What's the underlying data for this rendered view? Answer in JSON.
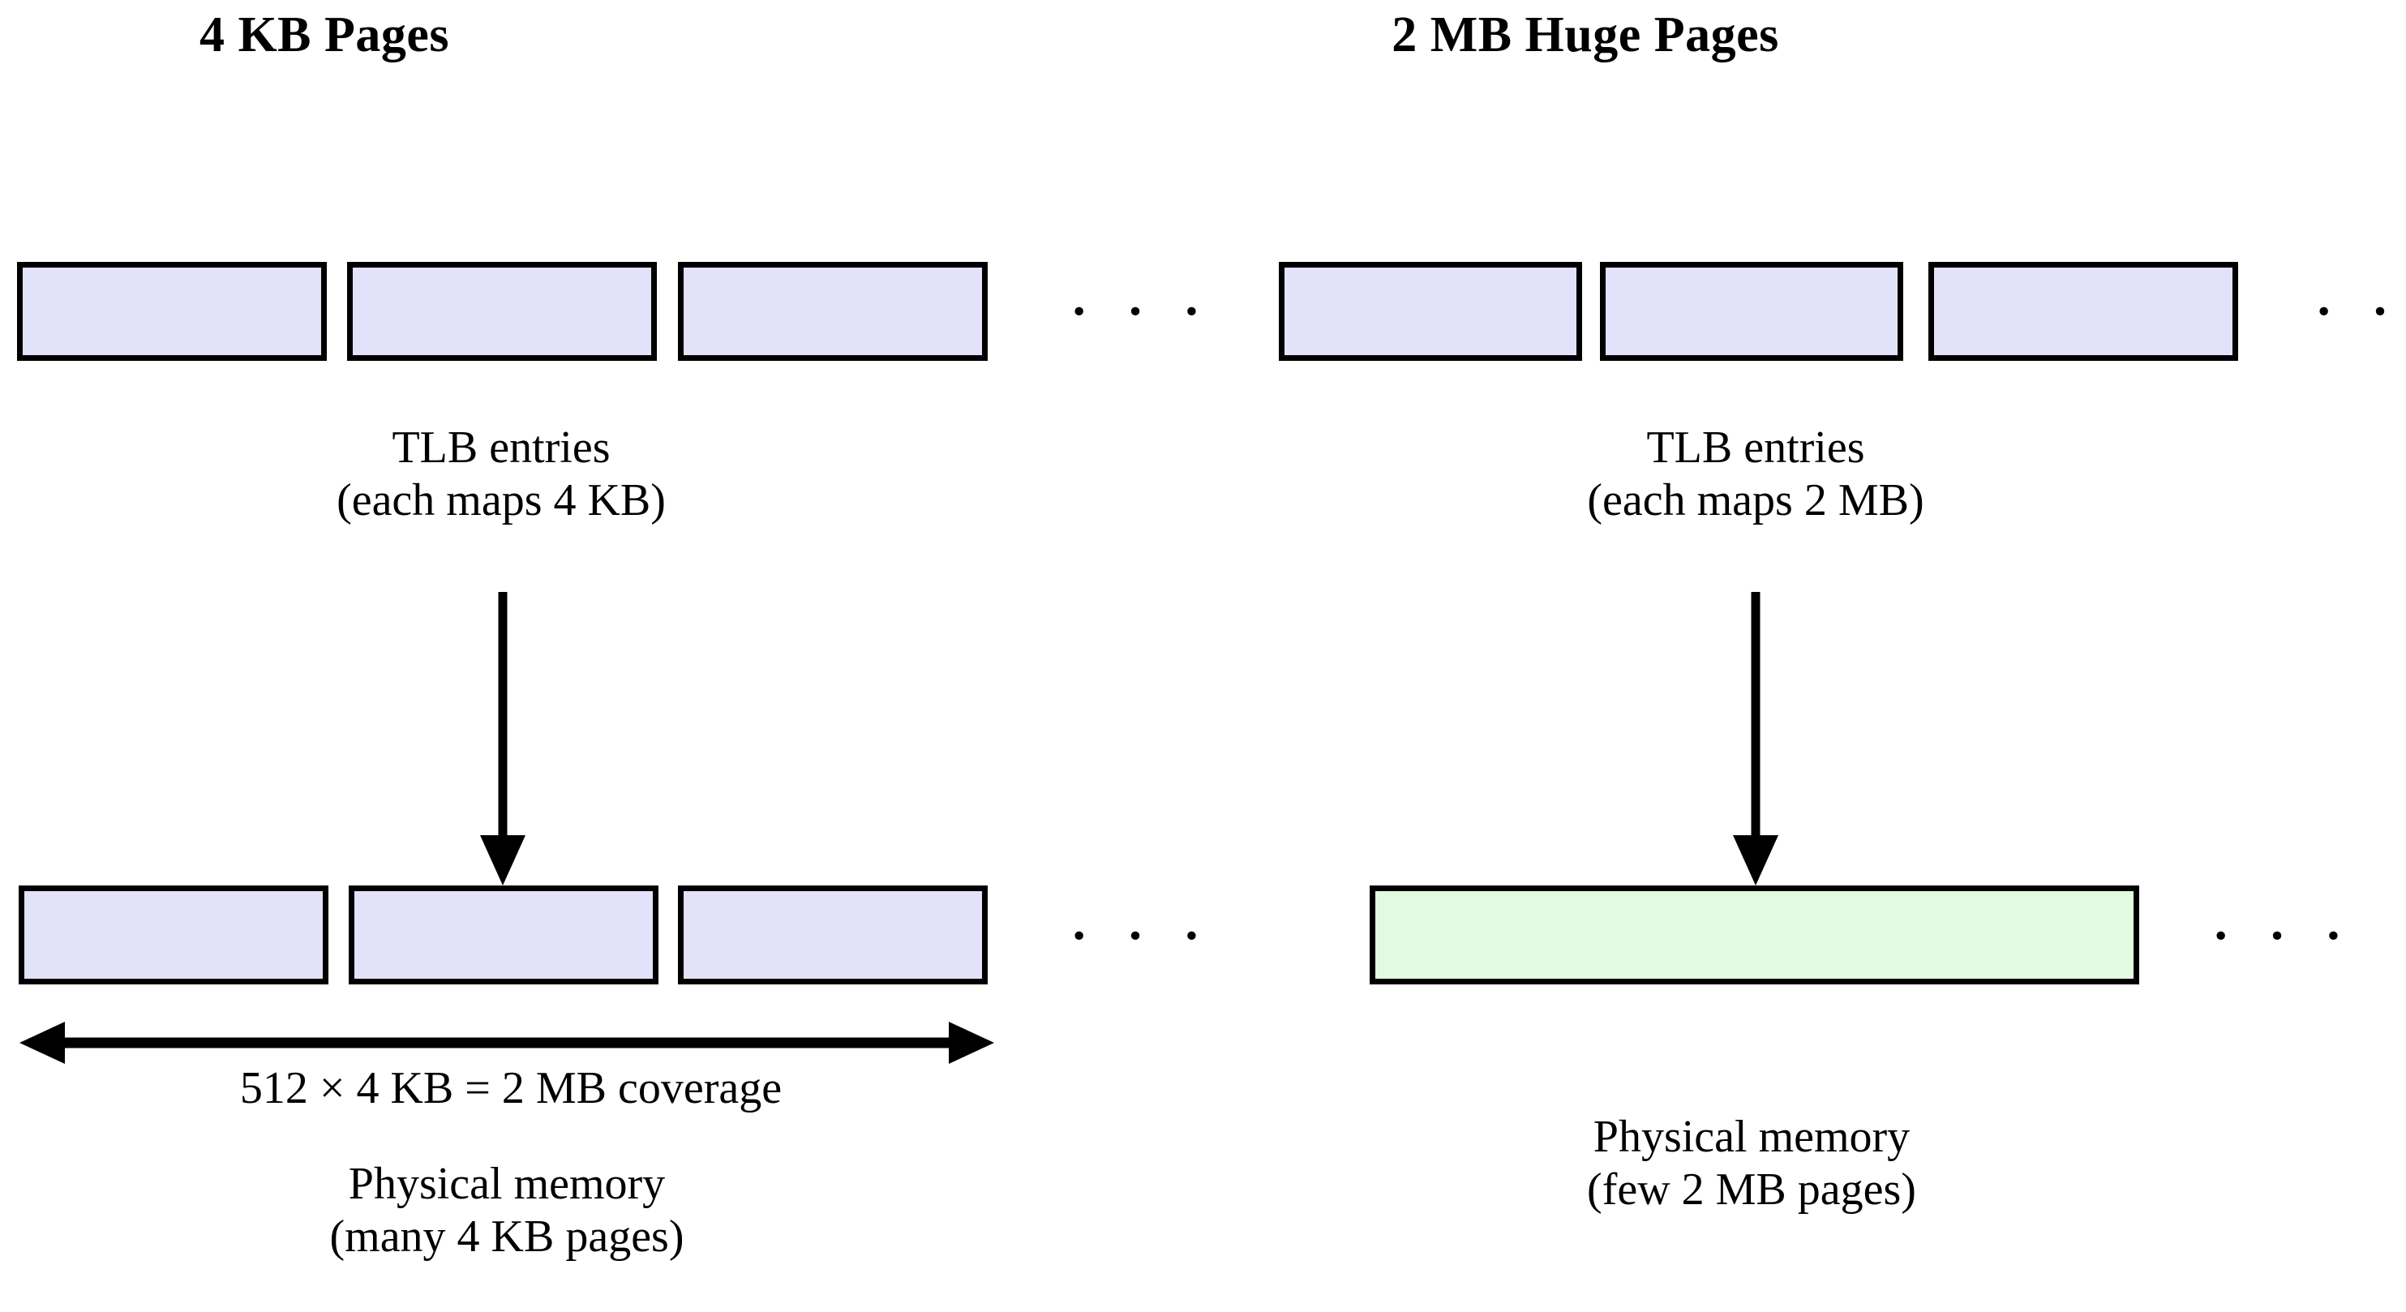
{
  "diagram": {
    "title_left": "4 KB Pages",
    "title_right": "2 MB Huge Pages",
    "colors": {
      "small_page_fill": "#e2e2fa",
      "huge_page_fill": "#e2fae2",
      "stroke": "#000000",
      "background": "#ffffff"
    }
  },
  "left_column": {
    "title": "4 KB Pages",
    "tlb_row": {
      "boxes": [
        "",
        "",
        ""
      ],
      "continuation": "· · ·"
    },
    "tlb_caption": {
      "line1": "TLB entries",
      "line2": "(each maps 4 KB)"
    },
    "memory_row": {
      "boxes": [
        "",
        "",
        ""
      ],
      "continuation": "· · ·"
    },
    "coverage_label": "512 × 4 KB = 2 MB coverage",
    "memory_caption": {
      "line1": "Physical memory",
      "line2": "(many 4 KB pages)"
    }
  },
  "right_column": {
    "title": "2 MB Huge Pages",
    "tlb_row": {
      "boxes": [
        "",
        "",
        ""
      ],
      "continuation": "· · ·"
    },
    "tlb_caption": {
      "line1": "TLB entries",
      "line2": "(each maps 2 MB)"
    },
    "memory_row": {
      "boxes": [
        ""
      ],
      "continuation": "· · ·"
    },
    "memory_caption": {
      "line1": "Physical memory",
      "line2": "(few 2 MB pages)"
    }
  }
}
